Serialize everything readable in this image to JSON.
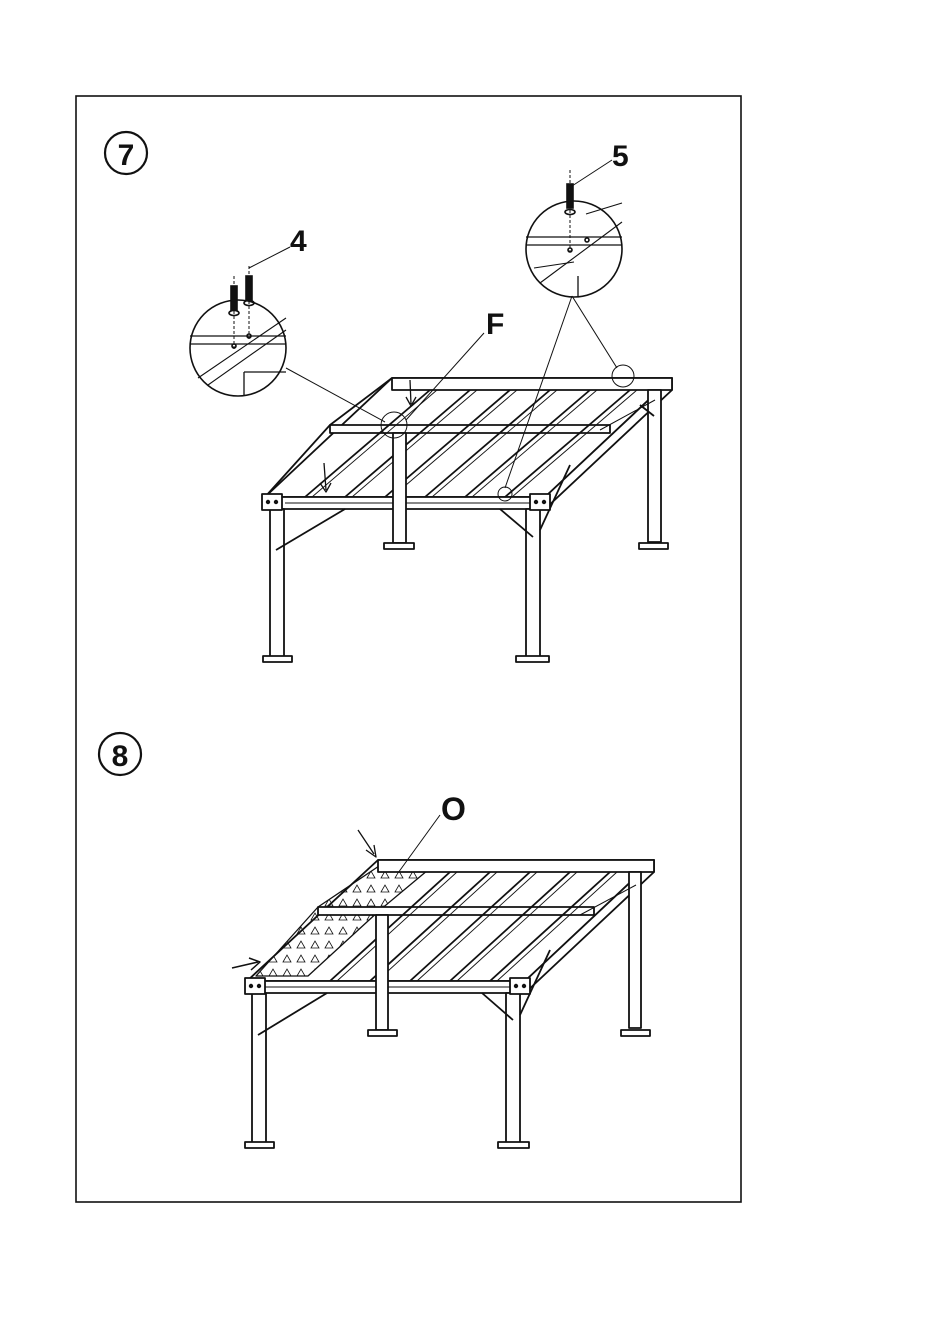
{
  "steps": [
    {
      "number": "7",
      "callouts": {
        "bolt_a": "4",
        "bolt_b": "5",
        "part": "F"
      }
    },
    {
      "number": "8",
      "callouts": {
        "part": "O"
      }
    }
  ],
  "colors": {
    "ink": "#111111",
    "paper": "#ffffff"
  }
}
